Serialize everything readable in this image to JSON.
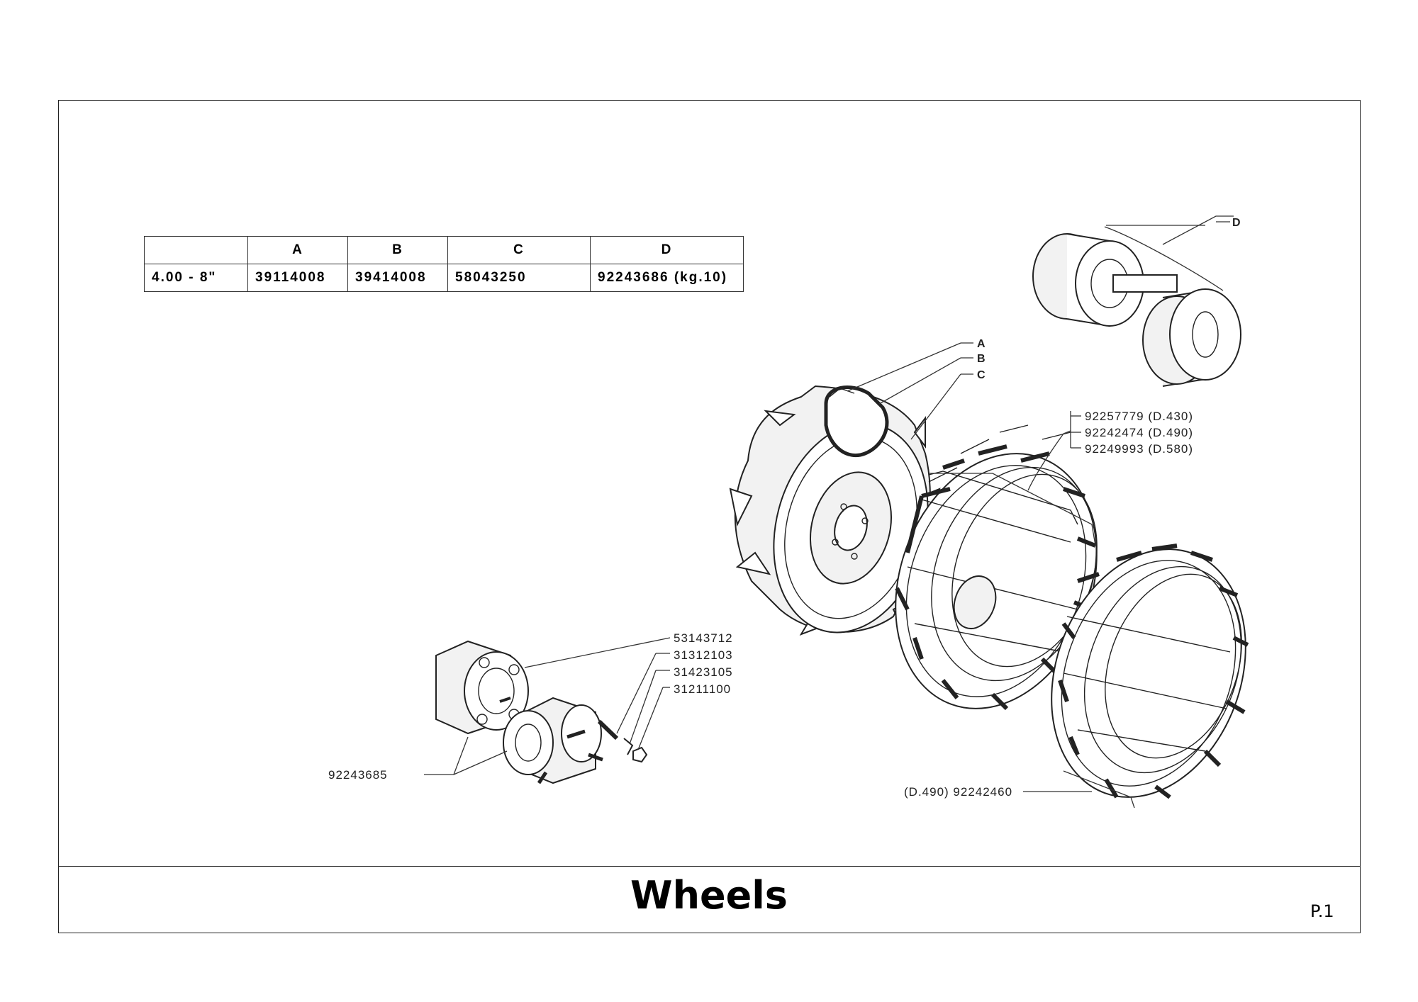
{
  "page": {
    "title": "Wheels",
    "page_number": "P.1"
  },
  "table": {
    "headers": [
      "",
      "A",
      "B",
      "C",
      "D"
    ],
    "row": [
      "4.00 - 8\"",
      "39114008",
      "39414008",
      "58043250",
      "92243686 (kg.10)"
    ]
  },
  "callouts": {
    "ballast": "D",
    "tire_a": "A",
    "tire_b": "B",
    "tire_c": "C",
    "cage_1": "92257779 (D.430)",
    "cage_2": "92242474 (D.490)",
    "cage_3": "92249993 (D.580)",
    "cage_single": "(D.490) 92242460",
    "hub_1": "53143712",
    "hub_2": "31312103",
    "hub_3": "31423105",
    "hub_4": "31211100",
    "hub_main": "92243685"
  }
}
